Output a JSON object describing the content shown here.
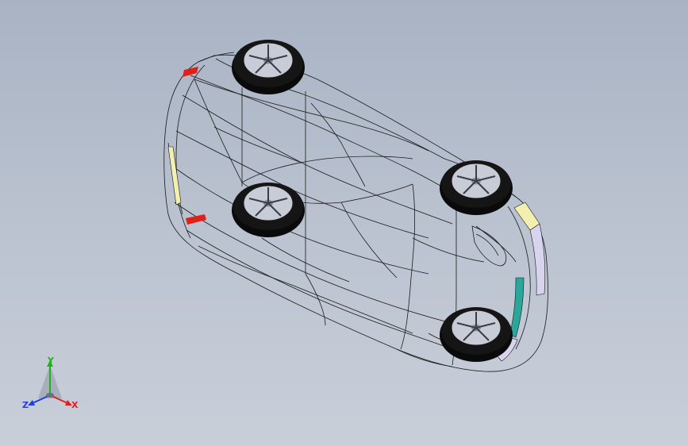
{
  "viewport": {
    "background_top": "#a9b3c4",
    "background_bottom": "#c9cfd9"
  },
  "model": {
    "wireframe_color": "#1a1a1a",
    "tire_color": "#0a0a0a",
    "rim_color": "#c8ccd6",
    "accent_red": "#e0201a",
    "accent_yellow": "#f3efb0",
    "accent_teal": "#2aa79a",
    "accent_lavender": "#d8d4f0"
  },
  "triad": {
    "x_label": "X",
    "y_label": "Y",
    "z_label": "Z",
    "x_color": "#e02020",
    "y_color": "#20b020",
    "z_color": "#2040e0"
  }
}
